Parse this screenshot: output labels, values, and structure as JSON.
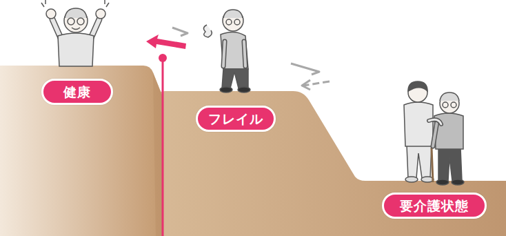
{
  "diagram": {
    "nodes": [
      {
        "text": [
          "健康"
        ]
      },
      {
        "text": [
          "フレイル"
        ]
      },
      {
        "text": [
          "要介護状態"
        ]
      }
    ]
  }
}
